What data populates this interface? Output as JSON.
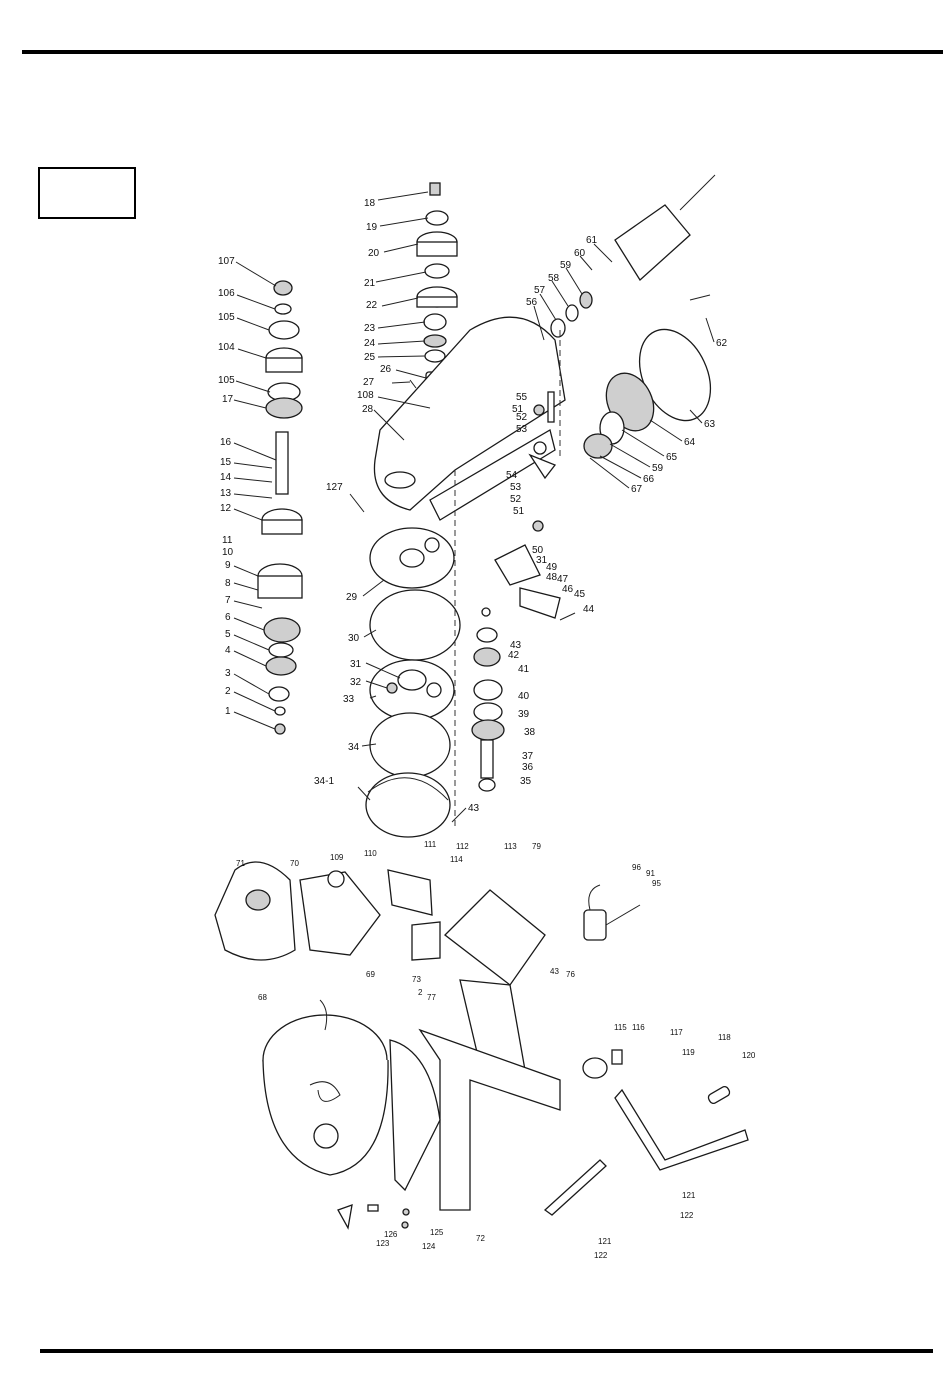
{
  "page": {
    "box_label": ""
  },
  "diagram": {
    "callouts": {
      "c18": "18",
      "c19": "19",
      "c20": "20",
      "c21": "21",
      "c22": "22",
      "c23": "23",
      "c24": "24",
      "c25": "25",
      "c26": "26",
      "c27": "27",
      "c108": "108",
      "c28": "28",
      "c107": "107",
      "c106": "106",
      "c105a": "105",
      "c104": "104",
      "c105b": "105",
      "c17": "17",
      "c16": "16",
      "c15": "15",
      "c14": "14",
      "c13": "13",
      "c12": "12",
      "c11": "11",
      "c10": "10",
      "c9": "9",
      "c8": "8",
      "c7": "7",
      "c6": "6",
      "c5": "5",
      "c4": "4",
      "c3": "3",
      "c2": "2",
      "c1": "1",
      "c61": "61",
      "c60": "60",
      "c59a": "59",
      "c58": "58",
      "c57": "57",
      "c56": "56",
      "c62": "62",
      "c63": "63",
      "c64": "64",
      "c65": "65",
      "c59b": "59",
      "c66": "66",
      "c67": "67",
      "c55": "55",
      "c51a": "51",
      "c52a": "52",
      "c53a": "53",
      "c54": "54",
      "c53b": "53",
      "c52b": "52",
      "c51b": "51",
      "c50": "50",
      "c31a": "31",
      "c49": "49",
      "c48": "48",
      "c47": "47",
      "c46": "46",
      "c45": "45",
      "c44": "44",
      "c127": "127",
      "c29": "29",
      "c30": "30",
      "c31b": "31",
      "c32": "32",
      "c33": "33",
      "c34": "34",
      "c34_1": "34-1",
      "c43a": "43",
      "c43b": "43",
      "c42": "42",
      "c41": "41",
      "c40": "40",
      "c39": "39",
      "c38": "38",
      "c37": "37",
      "c36": "36",
      "c35": "35",
      "c71": "71",
      "c70": "70",
      "c109": "109",
      "c110": "110",
      "c111": "111",
      "c112": "112",
      "c114": "114",
      "c113": "113",
      "c79": "79",
      "c96": "96",
      "c91": "91",
      "c95": "95",
      "c69": "69",
      "c68": "68",
      "c73": "73",
      "c2b": "2",
      "c77": "77",
      "c43c": "43",
      "c76": "76",
      "c115": "115",
      "c116": "116",
      "c117": "117",
      "c119": "119",
      "c118": "118",
      "c120": "120",
      "c121a": "121",
      "c122a": "122",
      "c121b": "121",
      "c122b": "122",
      "c72": "72",
      "c123": "123",
      "c126": "126",
      "c124": "124",
      "c125": "125"
    }
  }
}
